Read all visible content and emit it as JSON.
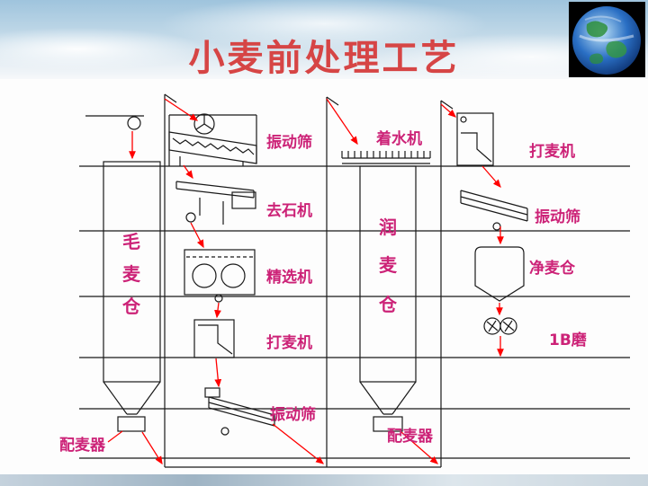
{
  "title": "小麦前处理工艺",
  "colors": {
    "title": "#d64545",
    "label": "#cc2277",
    "arrow": "#ff0000"
  },
  "labels": {
    "sieve_top": "振动筛",
    "destoner": "去石机",
    "selector": "精选机",
    "scourer_left": "打麦机",
    "sieve_bottom": "振动筛",
    "dampener": "着水机",
    "scourer_right": "打麦机",
    "sieve_right": "振动筛",
    "clean_bin": "净麦仓",
    "mill_1b": "1B磨",
    "dispenser_left": "配麦器",
    "dispenser_mid": "配麦器"
  },
  "bins": {
    "raw": [
      "毛",
      "麦",
      "仓"
    ],
    "tempering": [
      "润",
      "麦",
      "仓"
    ]
  }
}
